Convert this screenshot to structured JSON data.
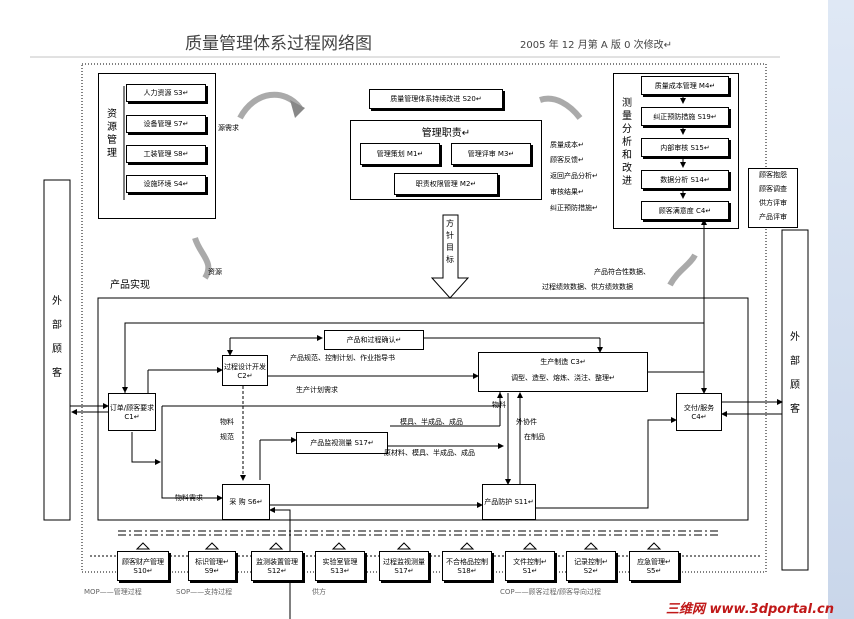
{
  "header": {
    "title": "质量管理体系过程网络图",
    "version": "2005 年 12 月第 A 版 0 次修改↵"
  },
  "resources": {
    "label": [
      "资",
      "源",
      "管",
      "理"
    ],
    "items": [
      "人力资源 S3↵",
      "设备管理 S7↵",
      "工装管理 S8↵",
      "设施环境 S4↵"
    ],
    "req": "源需求"
  },
  "improve": {
    "top": "质量管理体系持续改进 S20↵",
    "duty_title": "管理职责↵",
    "duty1": "管理策划 M1↵",
    "duty2": "管理评审 M3↵",
    "duty3": "职责权限管理 M2↵",
    "feed": [
      "质量成本↵",
      "顾客反馈↵",
      "返回产品分析↵",
      "审核结果↵",
      "纠正预防措施↵"
    ]
  },
  "measure": {
    "label": [
      "测",
      "量",
      "分",
      "析",
      "和",
      "改",
      "进"
    ],
    "items": [
      "质量成本管理 M4↵",
      "纠正预防措施 S19↵",
      "内部审核 S15↵",
      "数据分析 S14↵",
      "顾客满意度 C4↵"
    ],
    "side": [
      "顾客抱怨",
      "顾客调查",
      "供方评审",
      "产品评审"
    ]
  },
  "policy": "方针目标",
  "ext_left": [
    "外",
    "部",
    "顾",
    "客"
  ],
  "ext_right": [
    "外",
    "部",
    "顾",
    "客"
  ],
  "realization": {
    "title": "产品实现",
    "resource_flow": "资源",
    "conform": "产品符合性数据、",
    "perf": "过程绩效数据、供方绩效数据",
    "confirm": "产品和过程确认↵",
    "plan": "产品规范、控制计划、作业指导书",
    "design": "过程设计开发 C2↵",
    "produce": "生产制造 C3↵",
    "produce_sub": "调型、造型、熔炼、浇注、整理↵",
    "produce_plan": "生产计划需求",
    "order": "订单/顾客要求 C1↵",
    "material": "物料",
    "spec": "规范",
    "deliver": "交付/服务 C4↵",
    "tools": "模具、半成品、成品",
    "monitor": "产品监视测量 S17↵",
    "raw": "原材料、模具、半成品、成品",
    "feed_in": "物料",
    "outsource": "外协件",
    "in_prod": "在制品",
    "mat_req": "物料需求",
    "purchase": "采 购 S6↵",
    "protect": "产品防护 S11↵"
  },
  "support": [
    "顾客财产管理 S10↵",
    "标识管理↵ S9↵",
    "监测装置管理 S12↵",
    "实验室管理 S13↵",
    "过程监视测量 S17↵",
    "不合格品控制 S18↵",
    "文件控制↵ S1↵",
    "记录控制↵ S2↵",
    "应急管理↵ S5↵"
  ],
  "legend": {
    "mop": "MOP——管理过程",
    "sop": "SOP——支持过程",
    "supplier": "供方",
    "cop": "COP——顾客过程/顾客导向过程"
  },
  "watermark": {
    "a": "三维网",
    "b": "www.3dportal.cn"
  }
}
